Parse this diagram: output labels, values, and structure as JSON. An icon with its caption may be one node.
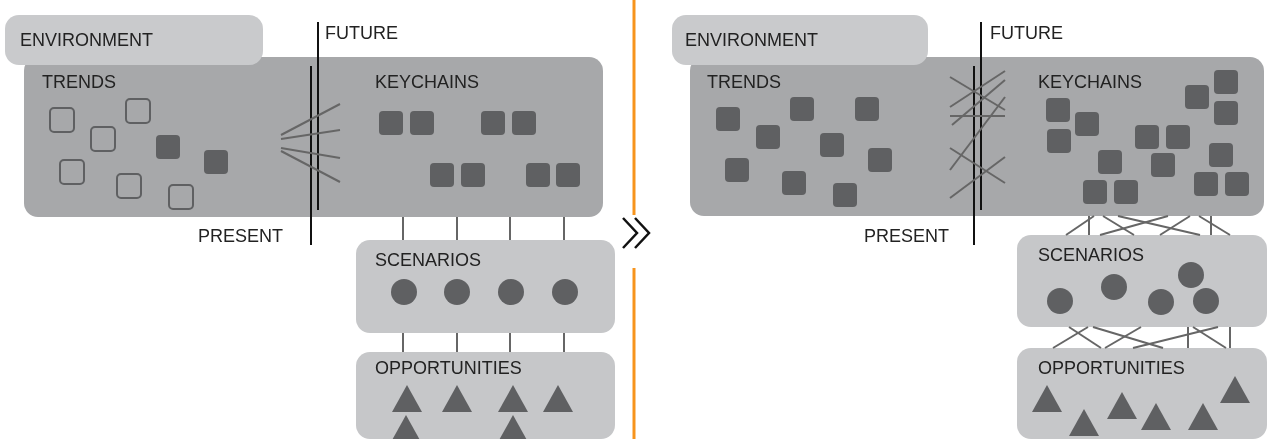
{
  "diagram": {
    "nodes": [
      {
        "text": [
          "ENVIRONMENT"
        ]
      },
      {
        "text": [
          "TRENDS",
          "KEYCHAINS"
        ]
      },
      {
        "text": [
          "SCENARIOS"
        ]
      },
      {
        "text": [
          "OPPORTUNITIES"
        ]
      },
      {
        "text": [
          "ENVIRONMENT"
        ]
      },
      {
        "text": [
          "TRENDS",
          "KEYCHAINS"
        ]
      },
      {
        "text": [
          "SCENARIOS"
        ]
      },
      {
        "text": [
          "OPPORTUNITIES"
        ]
      }
    ],
    "edges": [
      {
        "from": 1,
        "to": 2,
        "arrow": "none"
      },
      {
        "from": 1,
        "to": 2,
        "arrow": "none"
      },
      {
        "from": 1,
        "to": 2,
        "arrow": "none"
      },
      {
        "from": 1,
        "to": 2,
        "arrow": "none"
      },
      {
        "from": 2,
        "to": 3,
        "arrow": "none"
      },
      {
        "from": 2,
        "to": 3,
        "arrow": "none"
      },
      {
        "from": 2,
        "to": 3,
        "arrow": "none"
      },
      {
        "from": 2,
        "to": 3,
        "arrow": "none"
      },
      {
        "from": 5,
        "to": 6,
        "arrow": "none"
      },
      {
        "from": 5,
        "to": 6,
        "arrow": "none"
      },
      {
        "from": 5,
        "to": 6,
        "arrow": "none"
      },
      {
        "from": 5,
        "to": 6,
        "arrow": "none"
      },
      {
        "from": 5,
        "to": 6,
        "arrow": "none"
      },
      {
        "from": 5,
        "to": 6,
        "arrow": "none"
      },
      {
        "from": 5,
        "to": 6,
        "arrow": "none"
      },
      {
        "from": 5,
        "to": 6,
        "arrow": "none"
      },
      {
        "from": 6,
        "to": 7,
        "arrow": "none"
      },
      {
        "from": 6,
        "to": 7,
        "arrow": "none"
      },
      {
        "from": 6,
        "to": 7,
        "arrow": "none"
      },
      {
        "from": 6,
        "to": 7,
        "arrow": "none"
      },
      {
        "from": 6,
        "to": 7,
        "arrow": "none"
      },
      {
        "from": 6,
        "to": 7,
        "arrow": "none"
      },
      {
        "from": 6,
        "to": 7,
        "arrow": "none"
      },
      {
        "from": 6,
        "to": 7,
        "arrow": "none"
      }
    ],
    "labels": [
      "FUTURE",
      "PRESENT",
      "FUTURE",
      "PRESENT"
    ]
  }
}
